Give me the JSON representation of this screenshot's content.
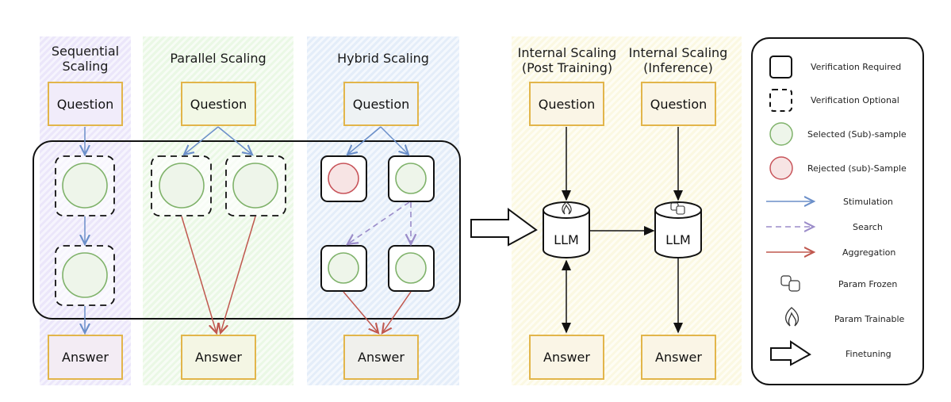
{
  "columns": [
    {
      "id": "sequential",
      "title": "Sequential\nScaling",
      "bg": "#ece8fa"
    },
    {
      "id": "parallel",
      "title": "Parallel Scaling",
      "bg": "#eef9ea"
    },
    {
      "id": "hybrid",
      "title": "Hybrid Scaling",
      "bg": "#e8eff9"
    },
    {
      "id": "internal-post",
      "title": "Internal Scaling\n(Post Training)",
      "bg": "#fbfaea"
    },
    {
      "id": "internal-inference",
      "title": "Internal Scaling\n(Inference)",
      "bg": "#fbfaea"
    }
  ],
  "labels": {
    "question": "Question",
    "answer": "Answer",
    "llm": "LLM"
  },
  "legend": {
    "items": [
      {
        "icon": "verification-required-icon",
        "label": "Verification Required"
      },
      {
        "icon": "verification-optional-icon",
        "label": "Verification Optional"
      },
      {
        "icon": "selected-sample-icon",
        "label": "Selected (Sub)-sample"
      },
      {
        "icon": "rejected-sample-icon",
        "label": "Rejected (sub)-Sample"
      },
      {
        "icon": "stimulation-arrow-icon",
        "label": "Stimulation"
      },
      {
        "icon": "search-arrow-icon",
        "label": "Search"
      },
      {
        "icon": "aggregation-arrow-icon",
        "label": "Aggregation"
      },
      {
        "icon": "frozen-dice-icon",
        "label": "Param Frozen"
      },
      {
        "icon": "flame-icon",
        "label": "Param Trainable"
      },
      {
        "icon": "finetuning-arrow-icon",
        "label": "Finetuning"
      }
    ]
  },
  "colors": {
    "stimulation": "#6b8fc9",
    "search": "#9b8cc9",
    "aggregation": "#c0584f",
    "selected": "#7fb26a",
    "rejected": "#c8545a",
    "box_border": "#e2b54a"
  }
}
